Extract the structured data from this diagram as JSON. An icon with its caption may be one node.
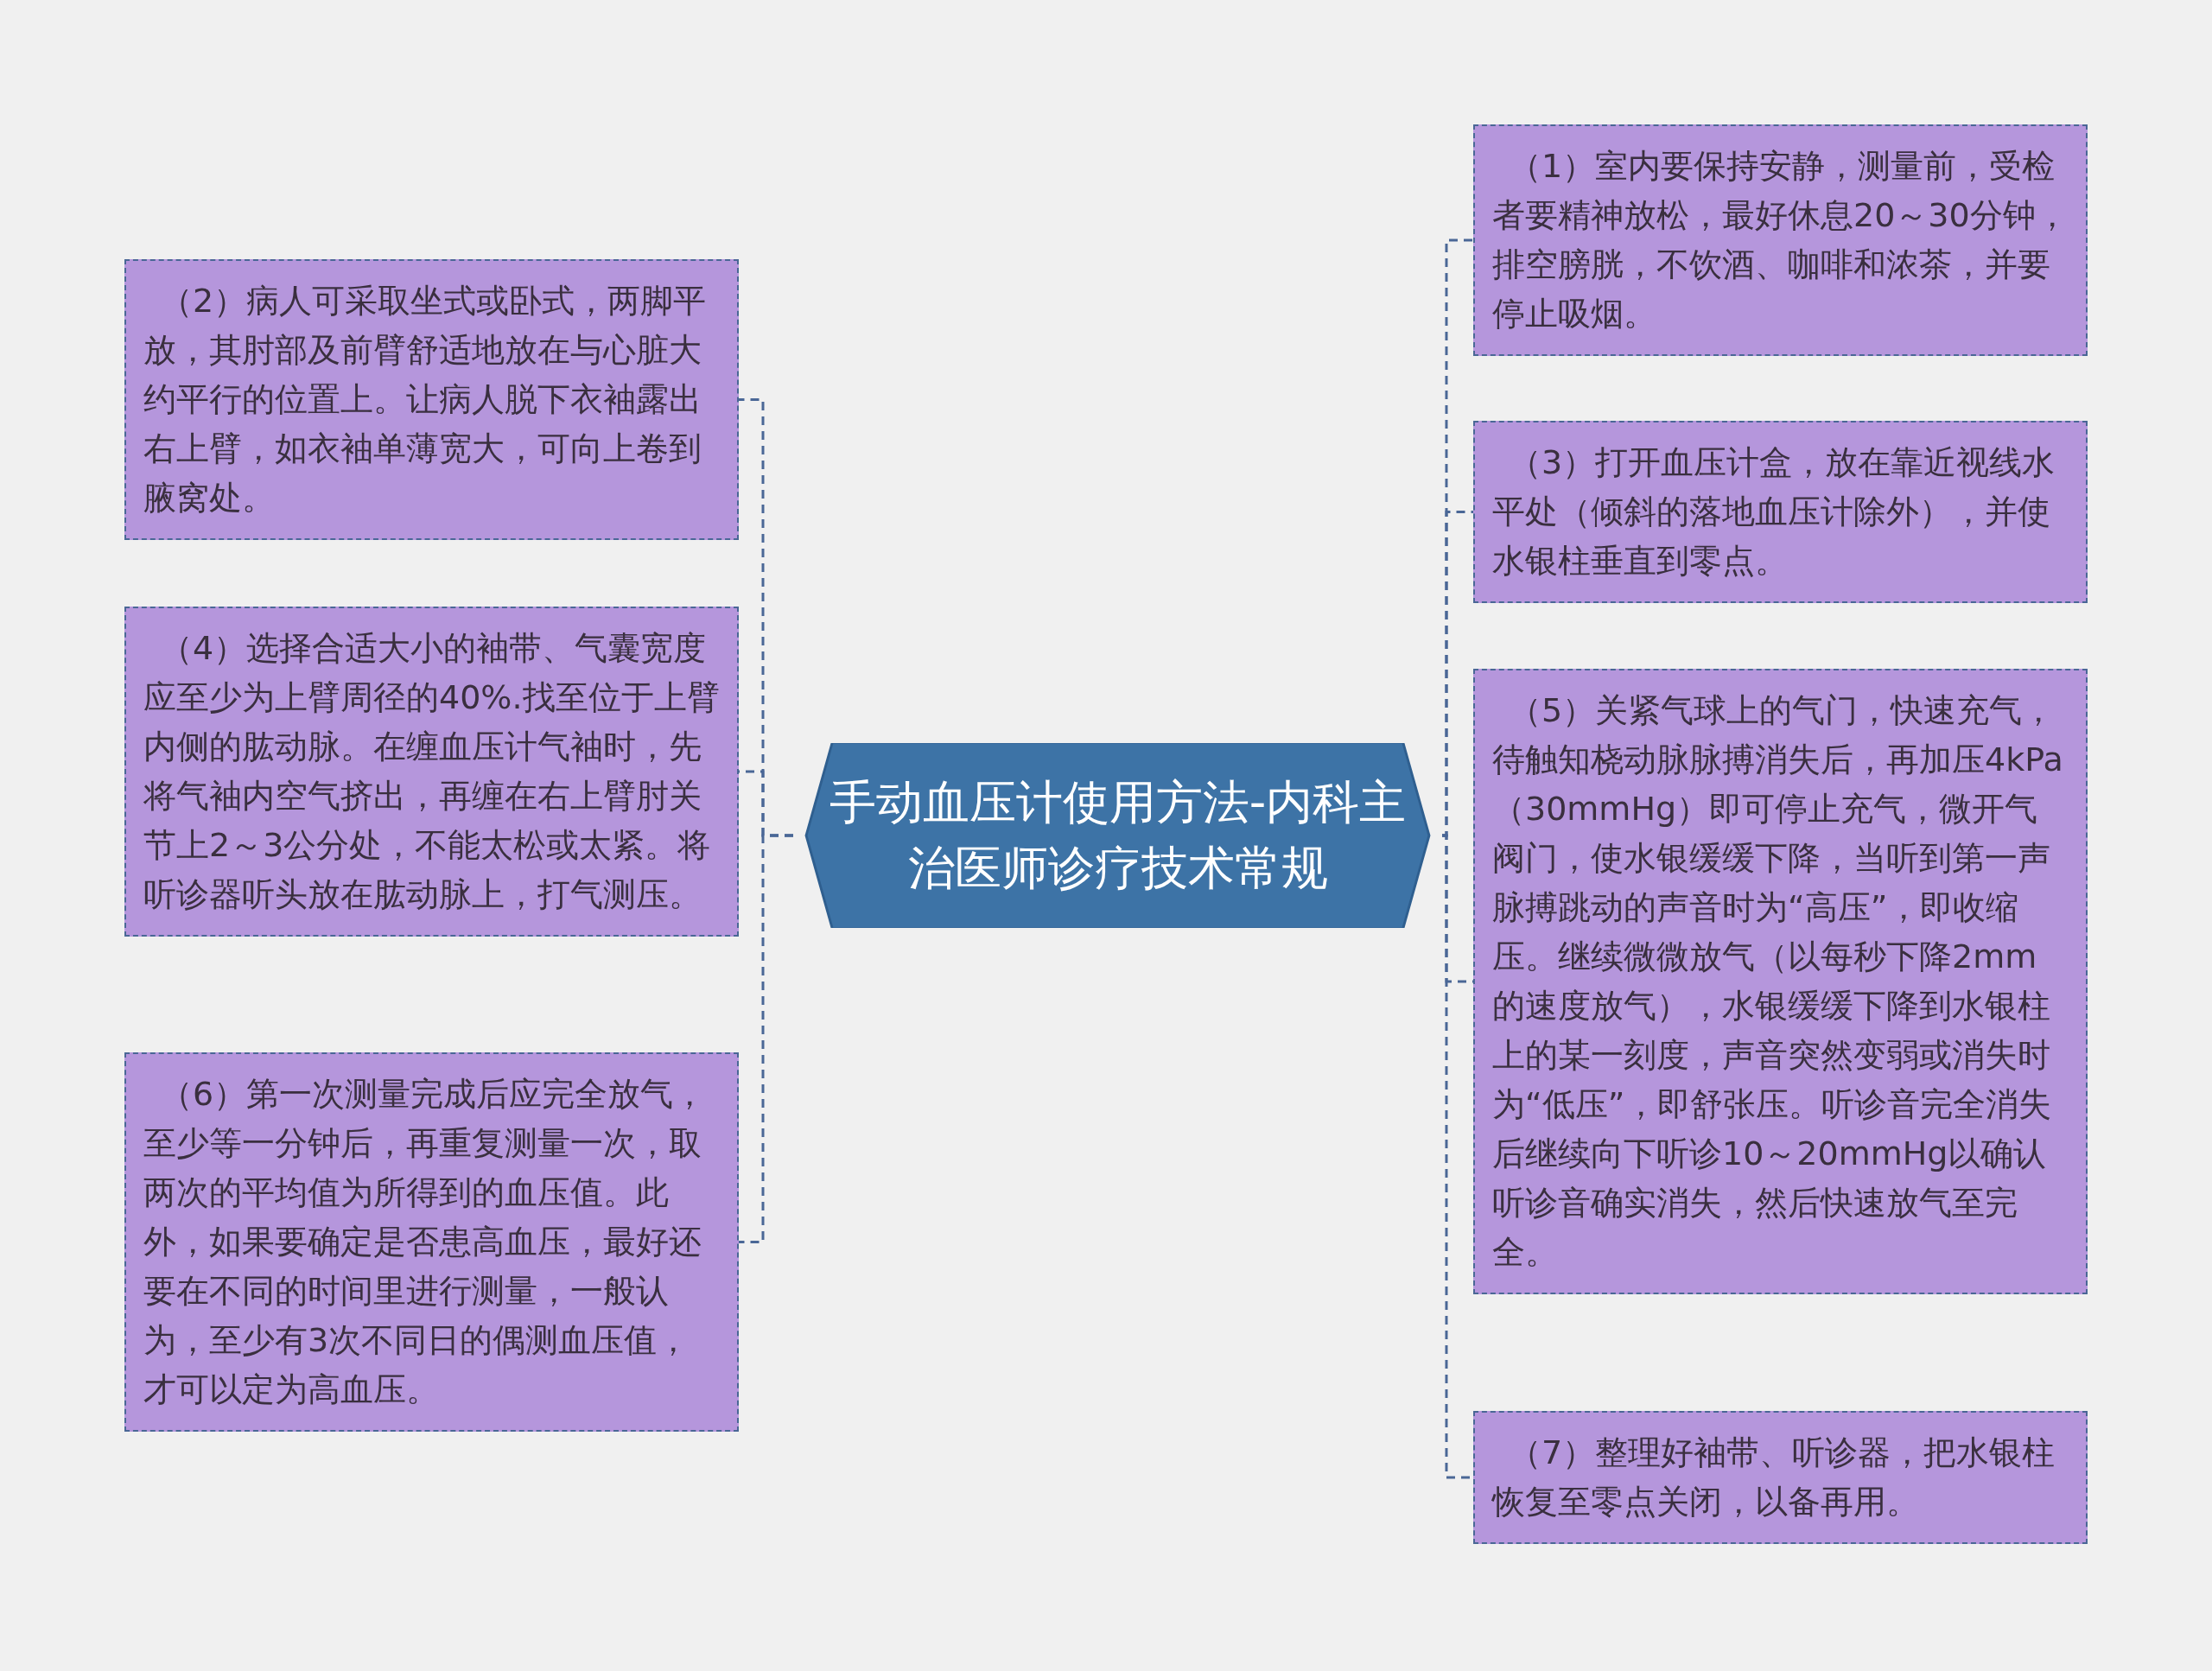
{
  "diagram": {
    "nodes": [
      {
        "text": [
          "手动血压计使用方法-内科主治医师诊疗技术常规"
        ]
      },
      {
        "text": [
          "（1）室内要保持安静，测量前，受检者要精神放松，最好休息20～30分钟，排空膀胱，不饮酒、咖啡和浓茶，并要停止吸烟。"
        ]
      },
      {
        "text": [
          "（2）病人可采取坐式或卧式，两脚平放，其肘部及前臂舒适地放在与心脏大约平行的位置上。让病人脱下衣袖露出右上臂，如衣袖单薄宽大，可向上卷到腋窝处。"
        ]
      },
      {
        "text": [
          "（3）打开血压计盒，放在靠近视线水平处（倾斜的落地血压计除外），并使水银柱垂直到零点。"
        ]
      },
      {
        "text": [
          "（4）选择合适大小的袖带、气囊宽度应至少为上臂周径的40%.找至位于上臂内侧的肱动脉。在缠血压计气袖时，先将气袖内空气挤出，再缠在右上臂肘关节上2～3公分处，不能太松或太紧。将听诊器听头放在肱动脉上，打气测压。"
        ]
      },
      {
        "text": [
          "（5）关紧气球上的气门，快速充气，待触知桡动脉脉搏消失后，再加压4kPa（30mmHg）即可停止充气，微开气阀门，使水银缓缓下降，当听到第一声脉搏跳动的声音时为“高压”，即收缩压。继续微微放气（以每秒下降2mm的速度放气），水银缓缓下降到水银柱上的某一刻度，声音突然变弱或消失时为“低压”，即舒张压。听诊音完全消失后继续向下听诊10～20mmHg以确认听诊音确实消失，然后快速放气至完全。"
        ]
      },
      {
        "text": [
          "（6）第一次测量完成后应完全放气，至少等一分钟后，再重复测量一次，取两次的平均值为所得到的血压值。此外，如果要确定是否患高血压，最好还要在不同的时间里进行测量，一般认为，至少有3次不同日的偶测血压值，才可以定为高血压。"
        ]
      },
      {
        "text": [
          "（7）整理好袖带、听诊器，把水银柱恢复至零点关闭，以备再用。"
        ]
      }
    ],
    "edges": [
      {
        "from": 0,
        "to": 1,
        "arrow": "none",
        "style": "dashed"
      },
      {
        "from": 0,
        "to": 2,
        "arrow": "none",
        "style": "dashed"
      },
      {
        "from": 0,
        "to": 3,
        "arrow": "none",
        "style": "dashed"
      },
      {
        "from": 0,
        "to": 4,
        "arrow": "none",
        "style": "dashed"
      },
      {
        "from": 0,
        "to": 5,
        "arrow": "none",
        "style": "dashed"
      },
      {
        "from": 0,
        "to": 6,
        "arrow": "none",
        "style": "dashed"
      },
      {
        "from": 0,
        "to": 7,
        "arrow": "none",
        "style": "dashed"
      }
    ]
  }
}
